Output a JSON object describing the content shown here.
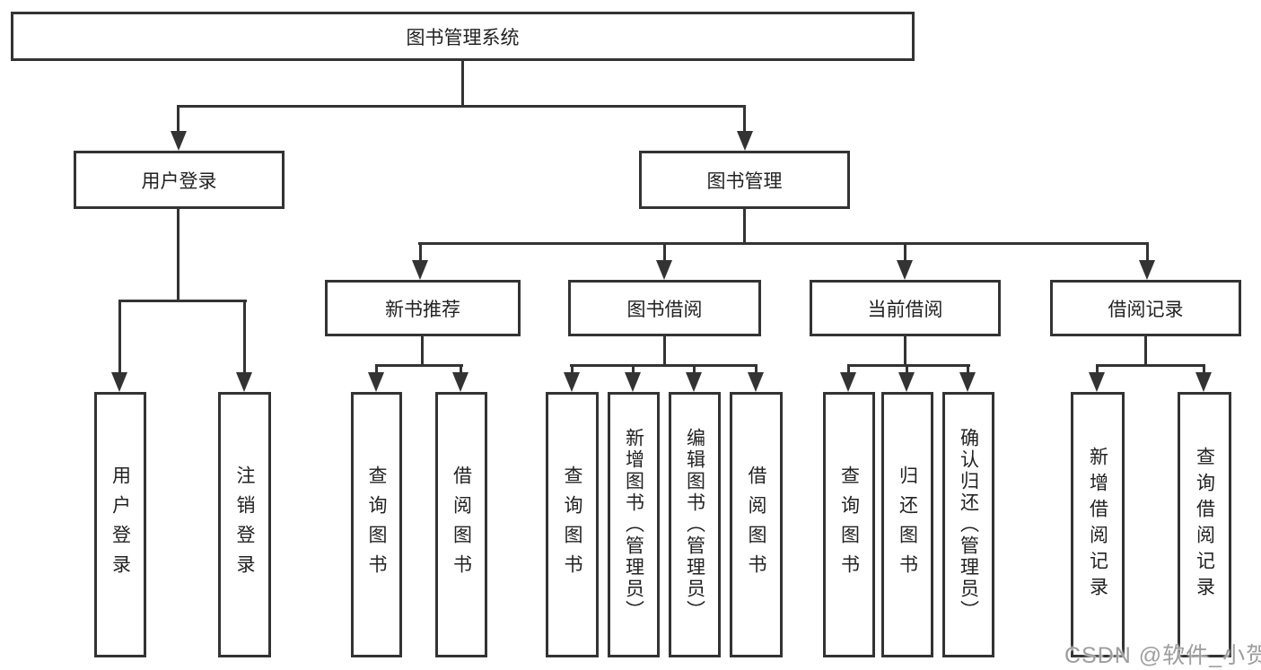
{
  "title": "图书管理系统",
  "level2": [
    {
      "label": "用户登录"
    },
    {
      "label": "图书管理"
    }
  ],
  "level3": [
    {
      "label": "新书推荐"
    },
    {
      "label": "图书借阅"
    },
    {
      "label": "当前借阅"
    },
    {
      "label": "借阅记录"
    }
  ],
  "level4": {
    "user": [
      {
        "label": "用户登录"
      },
      {
        "label": "注销登录"
      }
    ],
    "recommend": [
      {
        "label": "查询图书"
      },
      {
        "label": "借阅图书"
      }
    ],
    "borrow": [
      {
        "label": "查询图书"
      },
      {
        "label": "新增图书（管理员）"
      },
      {
        "label": "编辑图书（管理员）"
      },
      {
        "label": "借阅图书"
      }
    ],
    "current": [
      {
        "label": "查询图书"
      },
      {
        "label": "归还图书"
      },
      {
        "label": "确认归还（管理员）"
      }
    ],
    "records": [
      {
        "label": "新增借阅记录"
      },
      {
        "label": "查询借阅记录"
      }
    ]
  },
  "watermark": "CSDN @软件_小贺同学",
  "colors": {
    "line": "#333333",
    "text": "#222222",
    "watermark": "#9e9e9e",
    "background": "#ffffff"
  }
}
